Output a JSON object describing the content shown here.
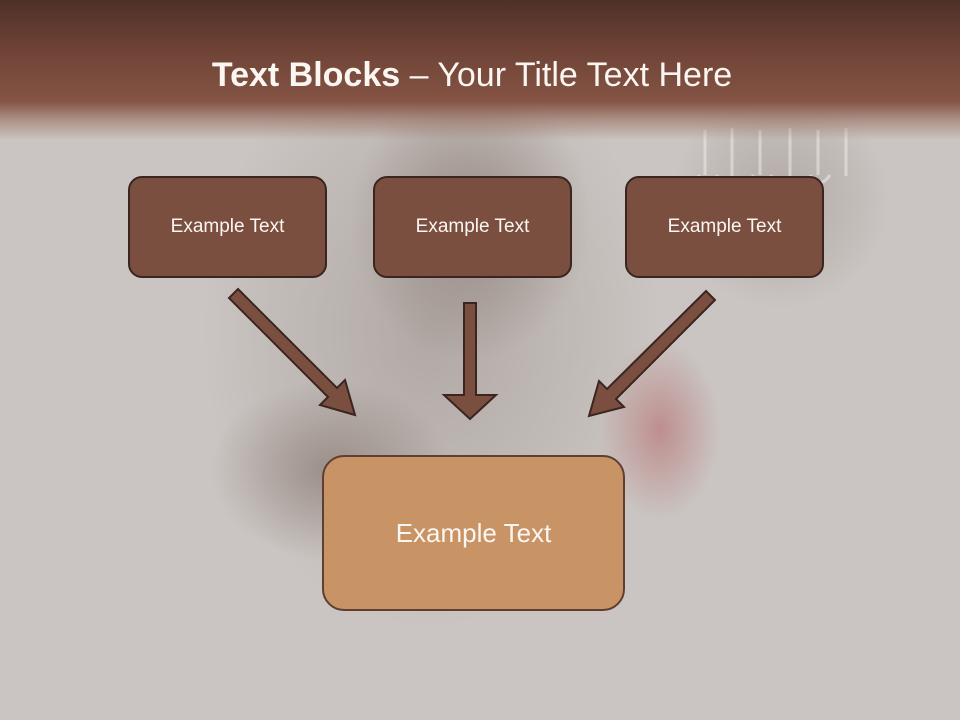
{
  "slide": {
    "title_bold": "Text Blocks",
    "title_rest": " – Your Title Text Here"
  },
  "diagram": {
    "sources": [
      "Example Text",
      "Example Text",
      "Example Text"
    ],
    "target": "Example Text"
  },
  "colors": {
    "header": "#6e4336",
    "source_fill": "#7a4f40",
    "target_fill": "#c99465",
    "arrow": "#7a4f40",
    "background": "#c9c4c1"
  }
}
